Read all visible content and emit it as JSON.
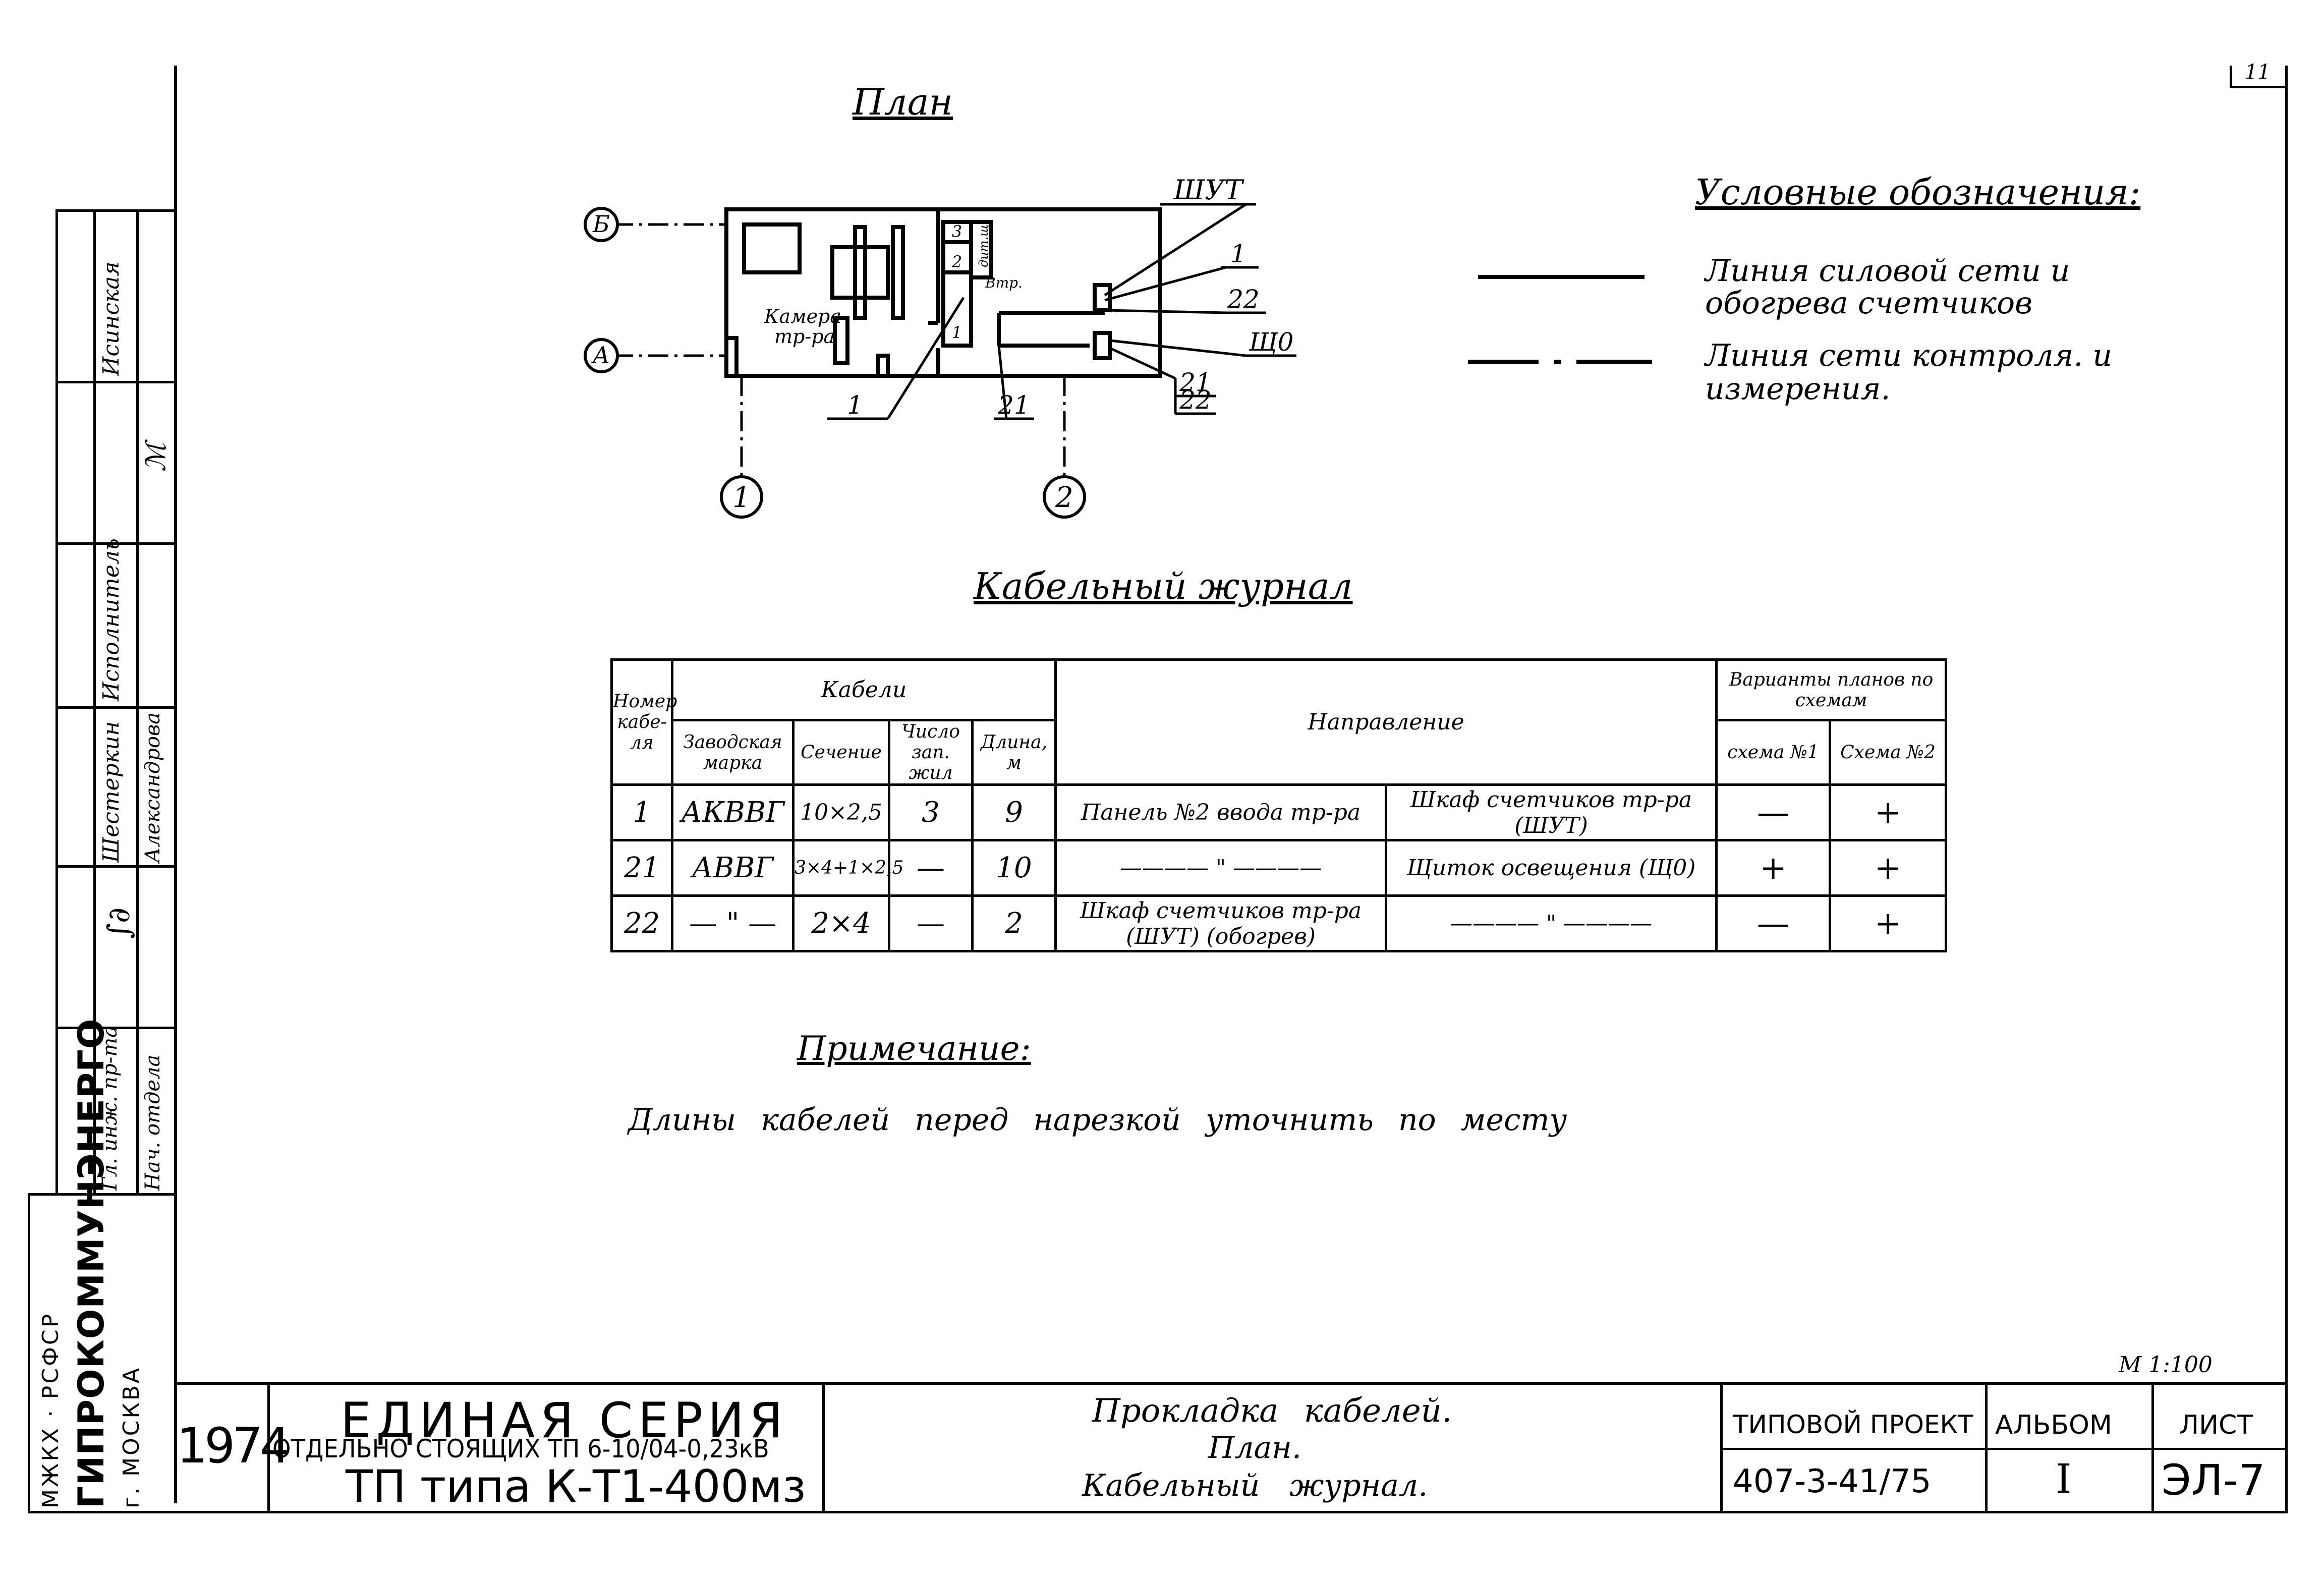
{
  "page_number": "11",
  "plan": {
    "title": "План",
    "labels": {
      "axis_b": "Б",
      "axis_a": "А",
      "axis_1": "1",
      "axis_2": "2",
      "chamber": "Камера тр-ра",
      "shut": "ШУТ",
      "l1_top": "1",
      "l22": "22",
      "shch0": "Щ0",
      "l21_right": "21",
      "l22_right": "22",
      "l1_bottom": "1",
      "l21_bottom": "21",
      "small_2": "2",
      "small_3": "3",
      "small_1": "1",
      "vtr": "Втр.",
      "dit": "дит.щ."
    }
  },
  "legend": {
    "title": "Условные обозначения:",
    "items": [
      {
        "style": "solid",
        "text": "Линия силовой сети и обогрева счетчиков"
      },
      {
        "style": "dash-dot",
        "text": "Линия сети контроля. и измерения."
      }
    ]
  },
  "journal": {
    "title": "Кабельный журнал",
    "header": {
      "num": "Номер кабе-ля",
      "cables": "Кабели",
      "brand": "Заводская марка",
      "section": "Сечение",
      "cores": "Число зап. жил",
      "length": "Длина, м",
      "direction": "Направление",
      "variants": "Варианты планов по схемам",
      "scheme1": "схема №1",
      "scheme2": "Схема №2"
    },
    "rows": [
      {
        "num": "1",
        "brand": "АКВВГ",
        "section": "10×2,5",
        "cores": "3",
        "length": "9",
        "from": "Панель №2 ввода тр-ра",
        "to": "Шкаф счетчиков тр-ра (ШУТ)",
        "s1": "—",
        "s2": "+"
      },
      {
        "num": "21",
        "brand": "АВВГ",
        "section": "3×4+1×2,5",
        "cores": "—",
        "length": "10",
        "from": "———— \" ————",
        "to": "Щиток освещения (Щ0)",
        "s1": "+",
        "s2": "+"
      },
      {
        "num": "22",
        "brand": "— \" —",
        "section": "2×4",
        "cores": "—",
        "length": "2",
        "from": "Шкаф счетчиков тр-ра (ШУТ) (обогрев)",
        "to": "———— \" ————",
        "s1": "—",
        "s2": "+"
      }
    ]
  },
  "note": {
    "title": "Примечание:",
    "text": "Длины кабелей перед нарезкой уточнить по месту"
  },
  "scale": "М 1:100",
  "side_stamp": {
    "org1": "МЖКХ · РСФСР",
    "org2": "ГИПРОКОММУНЭНЕРГО",
    "org3": "г. МОСКВА",
    "roles": [
      "Гл. инж. пр-та",
      "Нач. отдела",
      "Шестеркин",
      "Исполнитель",
      "Исинская"
    ],
    "names": [
      "Александрова"
    ]
  },
  "title_block": {
    "year": "1974",
    "series_title": "ЕДИНАЯ СЕРИЯ",
    "series_sub": "ОТДЕЛЬНО СТОЯЩИХ ТП 6-10/04-0,23кВ",
    "tp_type": "ТП типа К-Т1-400мз",
    "sheet_title_1": "Прокладка кабелей.",
    "sheet_title_2": "План.",
    "sheet_title_3": "Кабельный журнал.",
    "project_label": "ТИПОВОЙ ПРОЕКТ",
    "project_number": "407-3-41/75",
    "album_label": "АЛЬБОМ",
    "album_value": "I",
    "sheet_label": "ЛИСТ",
    "sheet_value": "ЭЛ-7"
  }
}
